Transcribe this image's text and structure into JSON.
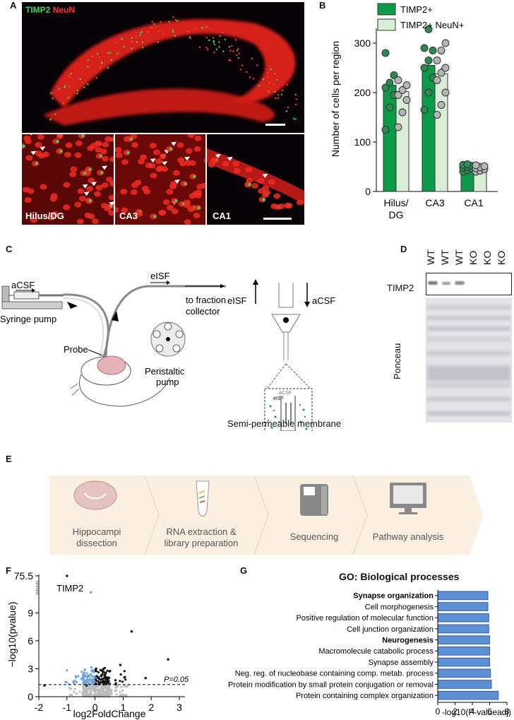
{
  "panels": {
    "A": {
      "label": "A",
      "legend_green": "TIMP2",
      "legend_red": "NeuN",
      "insets": [
        "Hilus/DG",
        "CA3",
        "CA1"
      ]
    },
    "B": {
      "label": "B"
    },
    "C": {
      "label": "C",
      "acsf": "aCSF",
      "syringe_pump": "Syringe pump",
      "eisf": "eISF",
      "fraction_line1": "to fraction",
      "fraction_line2": "collector",
      "probe": "Probe",
      "peristaltic_line1": "Peristaltic",
      "peristaltic_line2": "pump",
      "diagram_eisf": "eISF",
      "diagram_acsf": "aCSF",
      "inner_acsf": "aCSF",
      "inner_eisf": "eISF",
      "membrane": "Semi-permeable membrane"
    },
    "D": {
      "label": "D",
      "lanes": [
        "WT",
        "WT",
        "WT",
        "KO",
        "KO",
        "KO"
      ],
      "timp2": "TIMP2",
      "ponceau": "Ponceau"
    },
    "E": {
      "label": "E",
      "steps": [
        {
          "line1": "Hippocampi",
          "line2": "dissection"
        },
        {
          "line1": "RNA extraction &",
          "line2": "library preparation"
        },
        {
          "line1": "Sequencing",
          "line2": ""
        },
        {
          "line1": "Pathway analysis",
          "line2": ""
        }
      ]
    },
    "F": {
      "label": "F"
    },
    "G": {
      "label": "G"
    }
  },
  "chart_data": [
    {
      "id": "B",
      "type": "bar",
      "categories": [
        "Hilus/DG",
        "CA3",
        "CA1"
      ],
      "ylabel": "Number of cells per region",
      "ylim": [
        0,
        330
      ],
      "yticks": [
        0,
        100,
        200,
        300
      ],
      "series": [
        {
          "name": "TIMP2+",
          "color": "#0b9a48",
          "values": [
            215,
            255,
            48
          ],
          "points": [
            [
              125,
              170,
              195,
              210,
              220,
              235,
              280
            ],
            [
              165,
              200,
              230,
              250,
              265,
              285,
              290,
              328
            ],
            [
              40,
              43,
              46,
              48,
              50,
              52,
              54,
              55
            ]
          ]
        },
        {
          "name": "TIMP2+ NeuN+",
          "color": "#d9eed7",
          "values": [
            202,
            238,
            47
          ],
          "points": [
            [
              130,
              160,
              185,
              195,
              205,
              215,
              225
            ],
            [
              155,
              175,
              200,
              225,
              240,
              250,
              265,
              285,
              300
            ],
            [
              40,
              42,
              45,
              47,
              49,
              51,
              53
            ]
          ]
        }
      ],
      "legend": [
        "TIMP2+",
        "TIMP2+ NeuN+"
      ],
      "legend_position": "top"
    },
    {
      "id": "F",
      "type": "scatter",
      "xlabel": "log2FoldChange",
      "ylabel": "−log10(pvalue)",
      "xlim": [
        -2,
        3.2
      ],
      "xticks": [
        -2,
        -1,
        0,
        1,
        2,
        3
      ],
      "yticks": [
        0,
        3,
        6,
        9,
        75.5
      ],
      "threshold_label": "P=0.05",
      "threshold_y": 1.3,
      "annotation": "TIMP2",
      "highlight_points": [
        [
          -1.0,
          75.5
        ],
        [
          -1.8,
          1.2
        ],
        [
          -0.3,
          1.2
        ],
        [
          -0.2,
          2.2
        ],
        [
          0.3,
          2.6
        ],
        [
          0.5,
          2.0
        ],
        [
          0.9,
          3.4
        ],
        [
          1.3,
          7.0
        ],
        [
          1.8,
          2.0
        ],
        [
          2.6,
          4.0
        ],
        [
          -0.15,
          11.2
        ]
      ]
    },
    {
      "id": "G",
      "type": "bar",
      "orientation": "horizontal",
      "title": "GO: Biological processes",
      "xlabel": "-log10(P-valueadj)",
      "xlim": [
        0,
        8
      ],
      "xticks": [
        0,
        2,
        4,
        6,
        8
      ],
      "categories": [
        "Synapse organization",
        "Cell morphogenesis",
        "Positive regulation of molecular function",
        "Cell junction organization",
        "Neurogenesis",
        "Macromolecule catabolic process",
        "Synapse assembly",
        "Neg. reg. of nucleobase containing comp. metab. process",
        "Protein modification by small protein conjugation or removal",
        "Protein containing complex organization"
      ],
      "bold_categories": [
        "Synapse organization",
        "Neurogenesis"
      ],
      "values": [
        5.8,
        5.8,
        5.9,
        5.9,
        6.0,
        6.0,
        6.0,
        6.1,
        6.2,
        7.0
      ],
      "color": "#5b8fd6"
    }
  ]
}
